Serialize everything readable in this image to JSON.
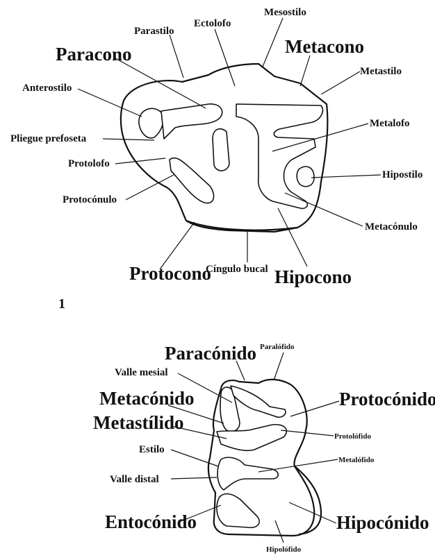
{
  "figure1": {
    "number": "1",
    "labels": {
      "mesostilo": "Mesostilo",
      "ectolofo": "Ectolofo",
      "parastilo": "Parastilo",
      "metacono": "Metacono",
      "paracono": "Paracono",
      "metastilo": "Metastilo",
      "anterostilo": "Anterostilo",
      "metalofo": "Metalofo",
      "pliegue_prefoseta": "Pliegue prefoseta",
      "protolofo": "Protolofo",
      "hipostilo": "Hipostilo",
      "protoconulo": "Protocónulo",
      "metaconulo": "Metacónulo",
      "protocono": "Protocono",
      "cingulo_bucal": "Cíngulo bucal",
      "hipocono": "Hipocono"
    }
  },
  "figure2": {
    "labels": {
      "paraconido": "Paracónido",
      "paralofido": "Paralófido",
      "valle_mesial": "Valle mesial",
      "metaconido": "Metacónido",
      "protoconido": "Protocónido",
      "metastilido": "Metastílido",
      "protolofido": "Protolófido",
      "estilo": "Estilo",
      "metalofido": "Metalófido",
      "valle_distal": "Valle distal",
      "entoconido": "Entocónido",
      "hipoconido": "Hipocónido",
      "hipolofido": "Hipolófido"
    }
  }
}
